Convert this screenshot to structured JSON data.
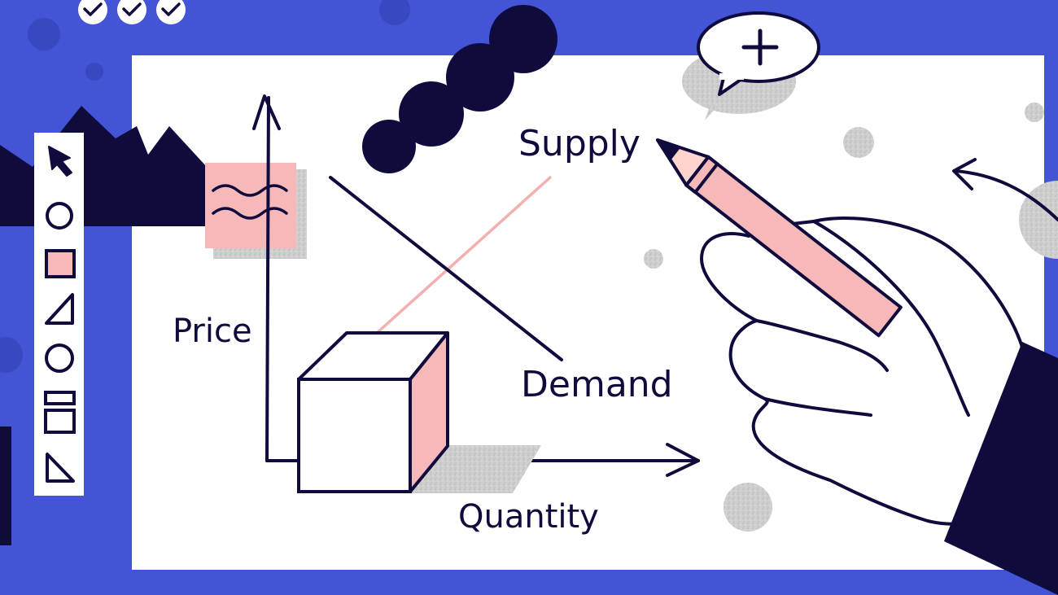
{
  "colors": {
    "background": "#4354d6",
    "canvas": "#ffffff",
    "ink": "#0f0c3d",
    "accent_pink": "#f6b8b8",
    "supply_line": "#f4b0b0",
    "speckle_gray": "#c9c9c9"
  },
  "window": {
    "status_icons": [
      "check-icon",
      "check-icon",
      "check-icon"
    ]
  },
  "toolbar": {
    "tools": [
      {
        "icon": "pointer-arrow-icon"
      },
      {
        "icon": "circle-icon"
      },
      {
        "icon": "square-filled-icon",
        "active": true
      },
      {
        "icon": "triangle-icon"
      },
      {
        "icon": "circle-icon"
      },
      {
        "icon": "stacked-rectangles-icon"
      },
      {
        "icon": "right-triangle-icon"
      }
    ]
  },
  "chart_labels": {
    "y_axis": "Price",
    "x_axis": "Quantity",
    "supply": "Supply",
    "demand": "Demand"
  },
  "speech_bubble_icon": "plus-icon",
  "sticky_note_icon": "wavy-lines-icon",
  "pencil_icon": "pencil-icon"
}
